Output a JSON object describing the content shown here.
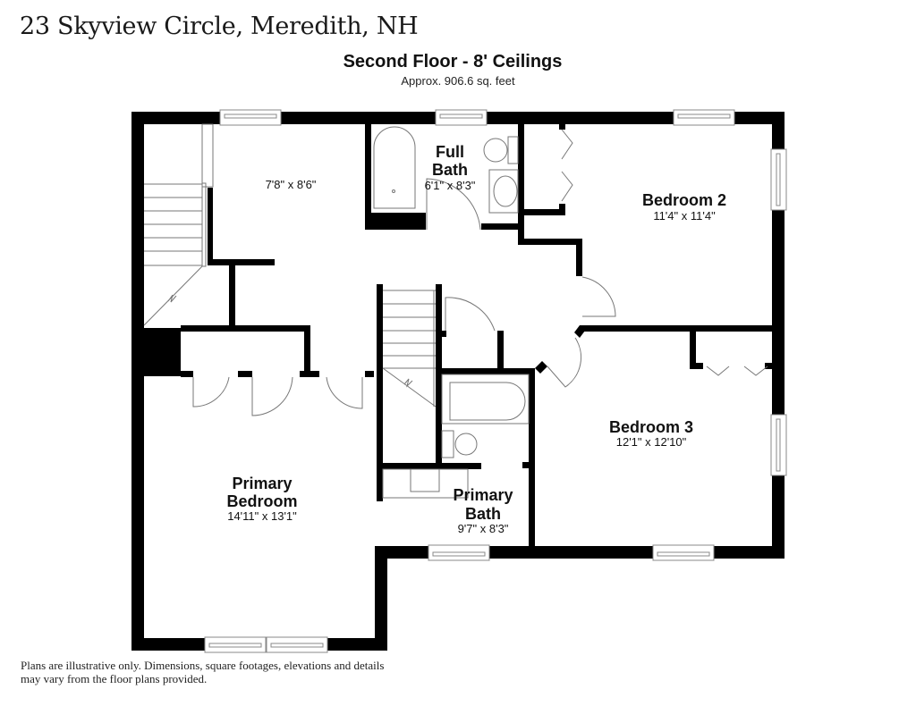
{
  "header": {
    "address": "23 Skyview Circle, Meredith, NH",
    "floor_title": "Second Floor - 8' Ceilings",
    "floor_area": "Approx. 906.6 sq. feet"
  },
  "rooms": [
    {
      "name": "",
      "dimensions": "7'8\" x 8'6\""
    },
    {
      "name_line1": "Full",
      "name_line2": "Bath",
      "dimensions": "6'1\" x 8'3\""
    },
    {
      "name": "Bedroom 2",
      "dimensions": "11'4\" x 11'4\""
    },
    {
      "name_line1": "Primary",
      "name_line2": "Bedroom",
      "dimensions": "14'11\" x 13'1\""
    },
    {
      "name_line1": "Primary",
      "name_line2": "Bath",
      "dimensions": "9'7\" x 8'3\""
    },
    {
      "name": "Bedroom 3",
      "dimensions": "12'1\" x 12'10\""
    }
  ],
  "footer": {
    "disclaimer": "Plans are illustrative only. Dimensions, square footages, elevations and details may vary from the floor plans provided."
  },
  "colors": {
    "wall": "#000000",
    "fixture_line": "#777777",
    "background": "#ffffff"
  }
}
